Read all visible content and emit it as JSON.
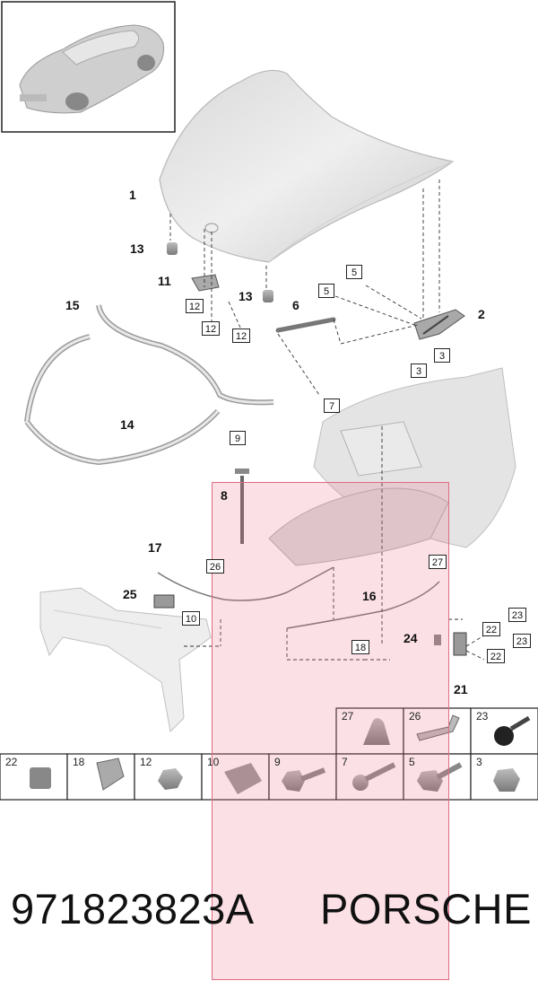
{
  "callouts": {
    "c1": "1",
    "c2": "2",
    "c6": "6",
    "c8": "8",
    "c11": "11",
    "c13a": "13",
    "c13b": "13",
    "c14": "14",
    "c15": "15",
    "c16": "16",
    "c17": "17",
    "c21": "21",
    "c24": "24",
    "c25": "25"
  },
  "boxed_refs": {
    "r5a": "5",
    "r5b": "5",
    "r3a": "3",
    "r3b": "3",
    "r7": "7",
    "r9": "9",
    "r12a": "12",
    "r12b": "12",
    "r12c": "12",
    "r10": "10",
    "r26": "26",
    "r27": "27",
    "r18": "18",
    "r22a": "22",
    "r22b": "22",
    "r23a": "23",
    "r23b": "23"
  },
  "parts_table": {
    "upper_row": [
      "27",
      "26",
      "23"
    ],
    "lower_row": [
      "22",
      "18",
      "12",
      "10",
      "9",
      "7",
      "5",
      "3"
    ]
  },
  "footer": {
    "part_number": "971823823A",
    "brand": "PORSCHE"
  },
  "colors": {
    "highlight": "#f5c9d2",
    "line": "#222222",
    "part_gray": "#c8c8c8"
  }
}
